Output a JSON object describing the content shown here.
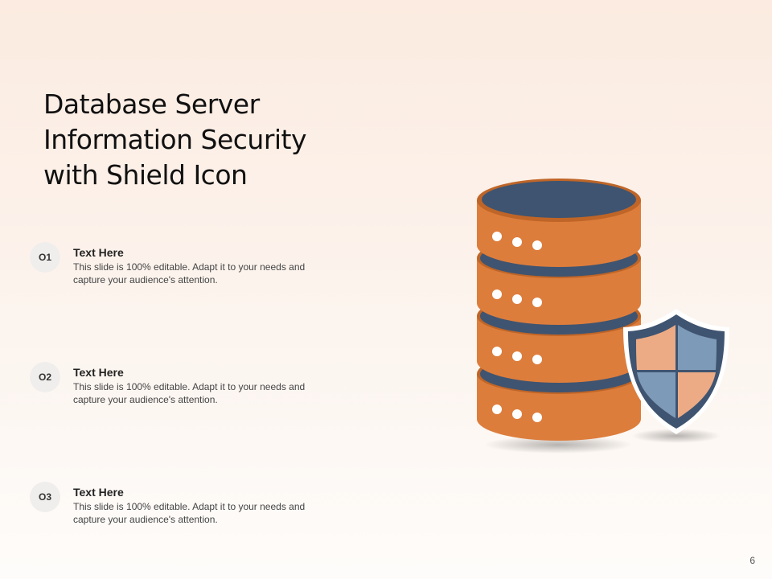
{
  "slide": {
    "title_lines": [
      "Database Server",
      "Information Security",
      "with Shield Icon"
    ],
    "page_number": "6"
  },
  "items": [
    {
      "number": "O1",
      "title": "Text Here",
      "text": "This slide is 100% editable. Adapt it to your needs and capture your audience's attention."
    },
    {
      "number": "O2",
      "title": "Text Here",
      "text": "This slide is 100% editable. Adapt it to your needs and capture your audience's attention."
    },
    {
      "number": "O3",
      "title": "Text Here",
      "text": "This slide is 100% editable. Adapt it to your needs and capture your audience's attention."
    }
  ],
  "illustration": {
    "database_icon": "database-icon",
    "shield_icon": "shield-icon",
    "colors": {
      "orange": "#dd7d3c",
      "orange_dark": "#b85e22",
      "navy": "#3f5470",
      "shield_blue": "#7d9ab8",
      "shield_peach": "#edab85",
      "background_top": "#fbebe0"
    }
  }
}
